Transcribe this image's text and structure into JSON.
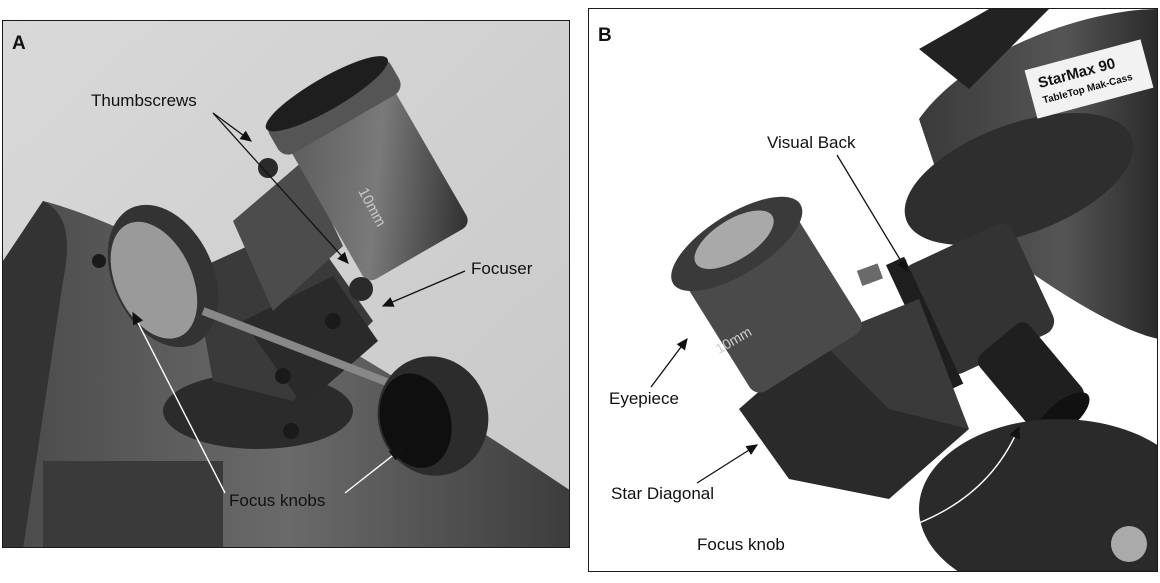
{
  "panels": [
    {
      "letter": "A",
      "callouts": {
        "thumbscrews": "Thumbscrews",
        "focuser": "Focuser",
        "focus_knobs": "Focus knobs"
      },
      "eyepiece_marking": "10mm"
    },
    {
      "letter": "B",
      "callouts": {
        "visual_back": "Visual Back",
        "eyepiece": "Eyepiece",
        "star_diagonal": "Star Diagonal",
        "focus_knob": "Focus knob"
      },
      "eyepiece_marking": "10mm",
      "telescope_label": "StarMax 90",
      "telescope_sublabel": "TableTop Mak-Cass"
    }
  ]
}
